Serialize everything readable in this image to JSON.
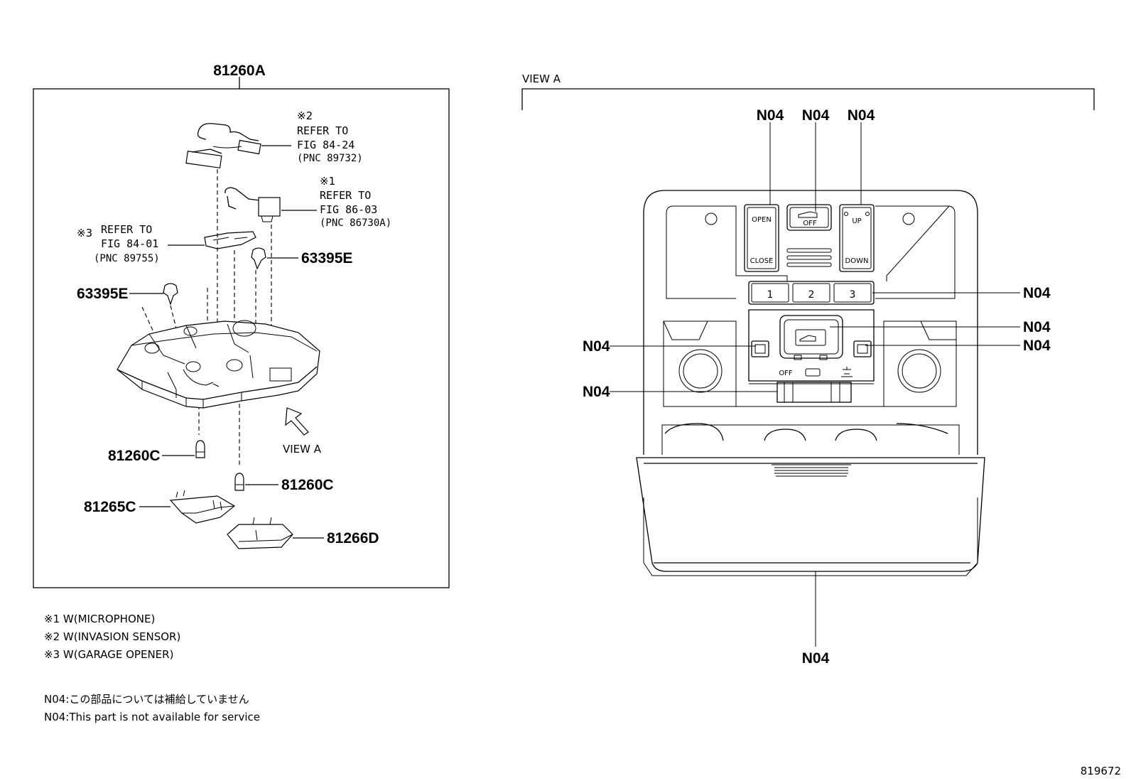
{
  "parts": {
    "assembly": "81260A",
    "clip_right": "63395E",
    "clip_left": "63395E",
    "bulb_left": "81260C",
    "bulb_right": "81260C",
    "lens_left": "81265C",
    "lens_right": "81266D"
  },
  "refs": {
    "r2": {
      "mark": "※2",
      "line1": "REFER TO",
      "line2": "FIG 84-24",
      "line3": "(PNC 89732)"
    },
    "r1": {
      "mark": "※1",
      "line1": "REFER TO",
      "line2": "FIG 86-03",
      "line3": "(PNC 86730A)"
    },
    "r3": {
      "mark": "※3",
      "line1": "REFER TO",
      "line2": "FIG 84-01",
      "line3": "(PNC 89755)"
    }
  },
  "view_arrow_label": "VIEW A",
  "view_a": {
    "title": "VIEW A",
    "callout": "N04",
    "buttons": {
      "open": "OPEN",
      "close": "CLOSE",
      "off": "OFF",
      "up": "UP",
      "down": "DOWN",
      "b1": "1",
      "b2": "2",
      "b3": "3",
      "lamp_off": "OFF"
    }
  },
  "notes": [
    "※1 W(MICROPHONE)",
    "※2 W(INVASION SENSOR)",
    "※3 W(GARAGE OPENER)"
  ],
  "n04_jp": "N04:この部品については補給していません",
  "n04_en": "N04:This part is not available for service",
  "figure_id": "819672"
}
